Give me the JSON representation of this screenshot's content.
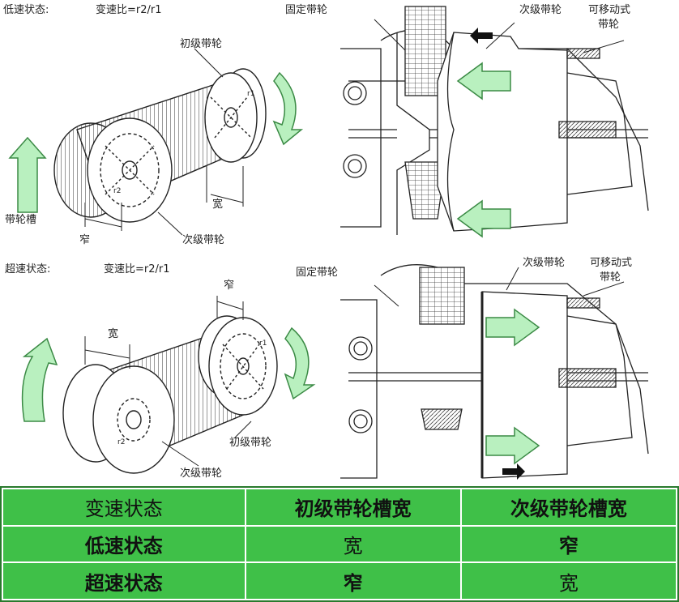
{
  "colors": {
    "arrow_fill": "#b9f0bf",
    "arrow_stroke": "#3b8a45",
    "table_bg": "#3fc048",
    "table_grid": "#ffffff"
  },
  "top": {
    "state": "低速状态:",
    "ratio": "变速比=r2/r1",
    "label_primary": "初级带轮",
    "label_secondary": "次级带轮",
    "label_groove": "带轮槽",
    "label_wide": "宽",
    "label_narrow": "窄",
    "label_r1": "r1",
    "label_r2": "r2",
    "label_fixed": "固定带轮",
    "label_secondary_right": "次级带轮",
    "label_movable": "可移动式",
    "label_movable2": "带轮"
  },
  "bottom": {
    "state": "超速状态:",
    "ratio": "变速比=r2/r1",
    "label_primary": "初级带轮",
    "label_secondary": "次级带轮",
    "label_wide": "宽",
    "label_narrow": "窄",
    "label_r1": "r1",
    "label_r2": "r2",
    "label_fixed": "固定带轮",
    "label_secondary_right": "次级带轮",
    "label_movable": "可移动式",
    "label_movable2": "带轮"
  },
  "table": {
    "header": [
      "变速状态",
      "初级带轮槽宽",
      "次级带轮槽宽"
    ],
    "rows": [
      [
        "低速状态",
        "宽",
        "窄"
      ],
      [
        "超速状态",
        "窄",
        "宽"
      ]
    ]
  }
}
